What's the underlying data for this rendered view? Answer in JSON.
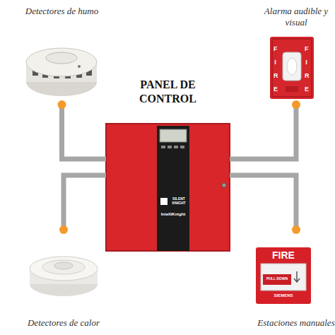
{
  "diagram": {
    "nodes": [
      {
        "text": [
          "Detectores de humo"
        ]
      },
      {
        "text": [
          "Alarma audible y visual"
        ]
      },
      {
        "text": [
          "PANEL DE CONTROL"
        ]
      },
      {
        "text": [
          "Detectores de calor"
        ]
      },
      {
        "text": [
          "Estaciones manuales"
        ]
      }
    ],
    "edges": [
      {
        "from": 0,
        "to": 2,
        "arrow": "none"
      },
      {
        "from": 1,
        "to": 2,
        "arrow": "none"
      },
      {
        "from": 3,
        "to": 2,
        "arrow": "none"
      },
      {
        "from": 4,
        "to": 2,
        "arrow": "none"
      }
    ],
    "labels": [
      "FIRE",
      "FIRE",
      "SILENT KNIGHT",
      "IntelliKnight",
      "FIRE",
      "PULL DOWN",
      "SIEMENS"
    ]
  }
}
